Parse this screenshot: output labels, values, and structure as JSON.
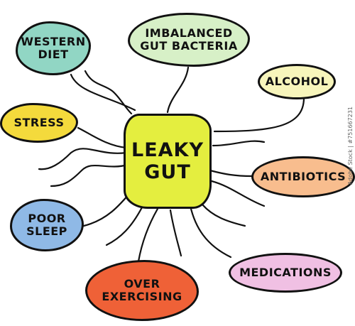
{
  "center": {
    "label": "LEAKY\nGUT",
    "color": "#e4ee3f"
  },
  "nodes": [
    {
      "id": "western-diet",
      "label": "WESTERN\nDIET",
      "color": "#91d6c4"
    },
    {
      "id": "imbalanced-gut-bacteria",
      "label": "IMBALANCED\nGUT BACTERIA",
      "color": "#d7f0c7"
    },
    {
      "id": "alcohol",
      "label": "ALCOHOL",
      "color": "#f7f5bb"
    },
    {
      "id": "stress",
      "label": "STRESS",
      "color": "#f4da3c"
    },
    {
      "id": "antibiotics",
      "label": "ANTIBIOTICS",
      "color": "#f8bd8e"
    },
    {
      "id": "poor-sleep",
      "label": "POOR\nSLEEP",
      "color": "#8fb9e6"
    },
    {
      "id": "medications",
      "label": "MEDICATIONS",
      "color": "#f0c0e3"
    },
    {
      "id": "over-exercising",
      "label": "OVER\nEXERCISING",
      "color": "#ef6137"
    }
  ],
  "watermark": "Adobe Stock | #751667231"
}
